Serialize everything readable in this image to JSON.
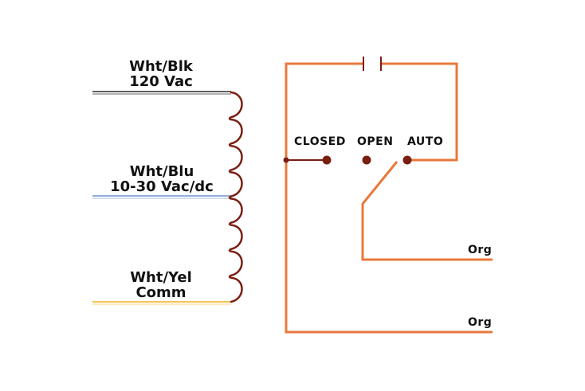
{
  "diagram": {
    "title": "Transfer switch wiring diagram",
    "coil_taps": [
      {
        "id": "wht-blk",
        "line1": "Wht/Blk",
        "line2": "120 Vac",
        "wire_color": "#2b2b2b",
        "wire_stripe": "#9a9a9a"
      },
      {
        "id": "wht-blu",
        "line1": "Wht/Blu",
        "line2": "10-30 Vac/dc",
        "wire_color": "#6f93cf",
        "wire_stripe": "#c9d6ee"
      },
      {
        "id": "wht-yel",
        "line1": "Wht/Yel",
        "line2": "Comm",
        "wire_color": "#f2c45a",
        "wire_stripe": "#fbe4a8"
      }
    ],
    "coil": {
      "loops": 8,
      "color": "#7a1e12"
    },
    "switch": {
      "positions": [
        "CLOSED",
        "OPEN",
        "AUTO"
      ],
      "contact_color": "#7a1e12"
    },
    "outputs": [
      {
        "id": "org-1",
        "label": "Org"
      },
      {
        "id": "org-2",
        "label": "Org"
      }
    ],
    "colors": {
      "circuit": "#e8783c",
      "coil": "#7a1e12",
      "text": "#111111"
    }
  }
}
